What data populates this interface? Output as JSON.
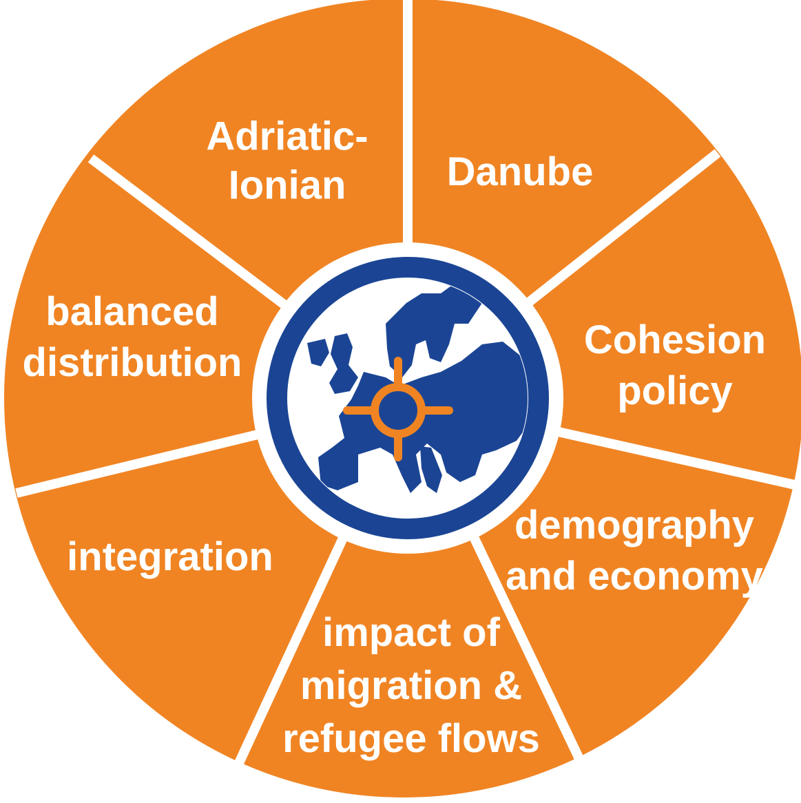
{
  "colors": {
    "segment_fill": "#F08423",
    "divider": "#ffffff",
    "ring": "#1B4594",
    "map_land": "#1B4594",
    "target_mark": "#F08423"
  },
  "center": {
    "icon": "europe-map-target-icon"
  },
  "segments": [
    {
      "id": "adriatic-ionian",
      "lines": [
        "Adriatic-",
        "Ionian"
      ]
    },
    {
      "id": "danube",
      "lines": [
        "Danube"
      ]
    },
    {
      "id": "cohesion-policy",
      "lines": [
        "Cohesion",
        "policy"
      ]
    },
    {
      "id": "demography-economy",
      "lines": [
        "demography",
        "and economy"
      ]
    },
    {
      "id": "impact-migration",
      "lines": [
        "impact of",
        "migration &",
        "refugee flows"
      ]
    },
    {
      "id": "integration",
      "lines": [
        "integration"
      ]
    },
    {
      "id": "balanced-distribution",
      "lines": [
        "balanced",
        "distribution"
      ]
    }
  ]
}
